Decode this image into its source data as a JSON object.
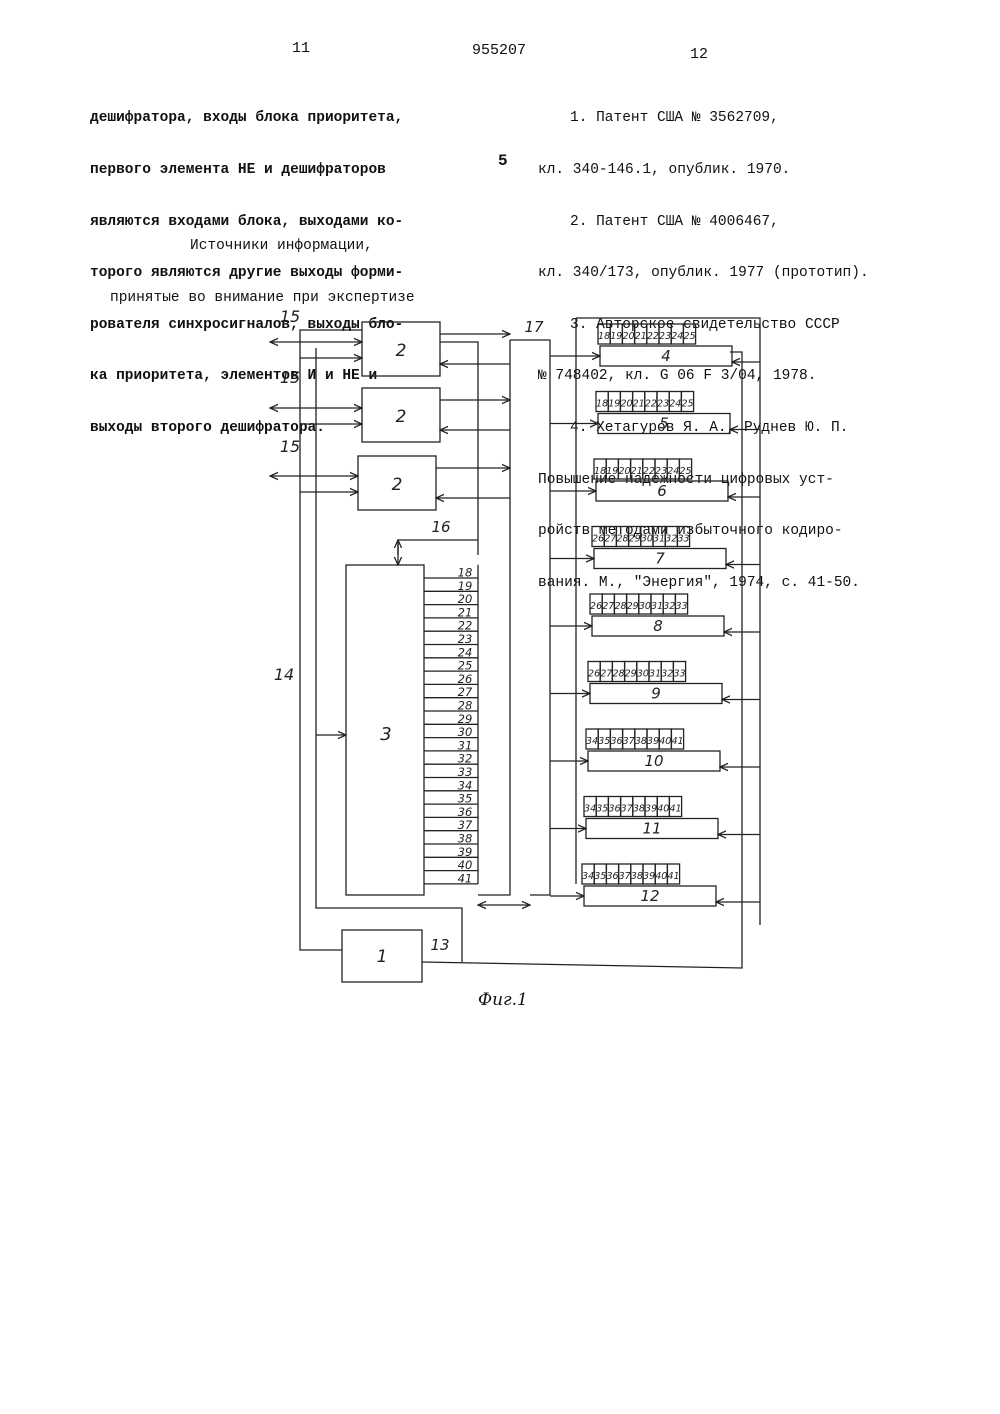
{
  "header": {
    "page_left": "11",
    "patent_no": "955207",
    "page_right": "12"
  },
  "left_column": {
    "bold_lines": [
      "дешифратора, входы блока приоритета,",
      "первого элемента НЕ и дешифраторов",
      "являются входами блока, выходами ко-",
      "торого являются другие выходы форми-",
      "рователя синхросигналов, выходы бло-",
      "ка приоритета, элементов И и НЕ и",
      "выходы второго дешифратора."
    ],
    "sources_heading": [
      "Источники информации,",
      "принятые во внимание при экспертизе"
    ]
  },
  "line_marker": "5",
  "references": [
    "1. Патент США № 3562709,",
    "кл. 340-146.1, опублик. 1970.",
    "2. Патент США № 4006467,",
    "кл. 340/173, опублик. 1977 (прототип).",
    "3. Авторское свидетельство СССР",
    "№ 748402, кл. G 06 F 3/04, 1978.",
    "4. Хетагуров Я. А., Руднев Ю. П.",
    "Повышение надежности цифровых уст-",
    "ройств методами избыточного кодиро-",
    "вания. М., \"Энергия\", 1974, с. 41-50."
  ],
  "figure": {
    "caption": "Фиг.1",
    "bus_labels": {
      "b13": "13",
      "b14": "14",
      "b15": "15",
      "b16": "16",
      "b17": "17"
    },
    "interface_blocks": [
      "2",
      "2",
      "2"
    ],
    "block_1": "1",
    "block_3": "3",
    "block_3_outputs": [
      "18",
      "19",
      "20",
      "21",
      "22",
      "23",
      "24",
      "25",
      "26",
      "27",
      "28",
      "29",
      "30",
      "31",
      "32",
      "33",
      "34",
      "35",
      "36",
      "37",
      "38",
      "39",
      "40",
      "41"
    ],
    "right_blocks": [
      {
        "label": "4",
        "cells": [
          "18",
          "19",
          "20",
          "21",
          "22",
          "23",
          "24",
          "25"
        ]
      },
      {
        "label": "5",
        "cells": [
          "18",
          "19",
          "20",
          "21",
          "22",
          "23",
          "24",
          "25"
        ]
      },
      {
        "label": "6",
        "cells": [
          "18",
          "19",
          "20",
          "21",
          "22",
          "23",
          "24",
          "25"
        ]
      },
      {
        "label": "7",
        "cells": [
          "26",
          "27",
          "28",
          "29",
          "30",
          "31",
          "32",
          "33"
        ]
      },
      {
        "label": "8",
        "cells": [
          "26",
          "27",
          "28",
          "29",
          "30",
          "31",
          "32",
          "33"
        ]
      },
      {
        "label": "9",
        "cells": [
          "26",
          "27",
          "28",
          "29",
          "30",
          "31",
          "32",
          "33"
        ]
      },
      {
        "label": "10",
        "cells": [
          "34",
          "35",
          "36",
          "37",
          "38",
          "39",
          "40",
          "41"
        ]
      },
      {
        "label": "11",
        "cells": [
          "34",
          "35",
          "36",
          "37",
          "38",
          "39",
          "40",
          "41"
        ]
      },
      {
        "label": "12",
        "cells": [
          "34",
          "35",
          "36",
          "37",
          "38",
          "39",
          "40",
          "41"
        ]
      }
    ]
  }
}
